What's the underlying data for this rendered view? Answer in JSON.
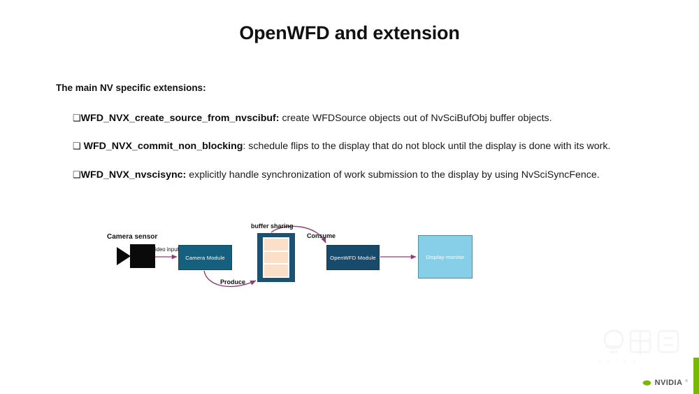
{
  "slide": {
    "title": "OpenWFD and extension",
    "lead": "The main NV specific extensions:",
    "bullets": [
      {
        "marker": "❑",
        "term": "WFD_NVX_create_source_from_nvscibuf:",
        "desc": " create WFDSource objects out of NvSciBufObj buffer objects."
      },
      {
        "marker": "❑",
        "term": " WFD_NVX_commit_non_blocking",
        "desc": ": schedule flips to the display that do not block until the display is done with its work."
      },
      {
        "marker": "❑",
        "term": "WFD_NVX_nvscisync:",
        "desc": " explicitly handle synchronization of work submission to the display by using NvSciSyncFence."
      }
    ]
  },
  "diagram": {
    "camera_sensor_label": "Camera sensor",
    "video_input_label": "video input",
    "buffer_sharing_label": "buffer sharing",
    "produce_label": "Produce",
    "consume_label": "Consume",
    "camera_module_label": "Camera Module",
    "openwfd_module_label": "OpenWFD Module",
    "display_monitor_label": "Display monitor",
    "colors": {
      "module_teal": "#16607f",
      "openwfd_teal": "#184a6b",
      "monitor_blue": "#87cfe8",
      "buffer_frame": "#1b5274",
      "buffer_slot": "#fbdfc8",
      "arrow_purple": "#8e3f72"
    }
  },
  "branding": {
    "watermark_text": "z h i d x",
    "nvidia_name": "NVIDIA",
    "nvidia_tm": "®",
    "accent_green": "#76b900"
  }
}
